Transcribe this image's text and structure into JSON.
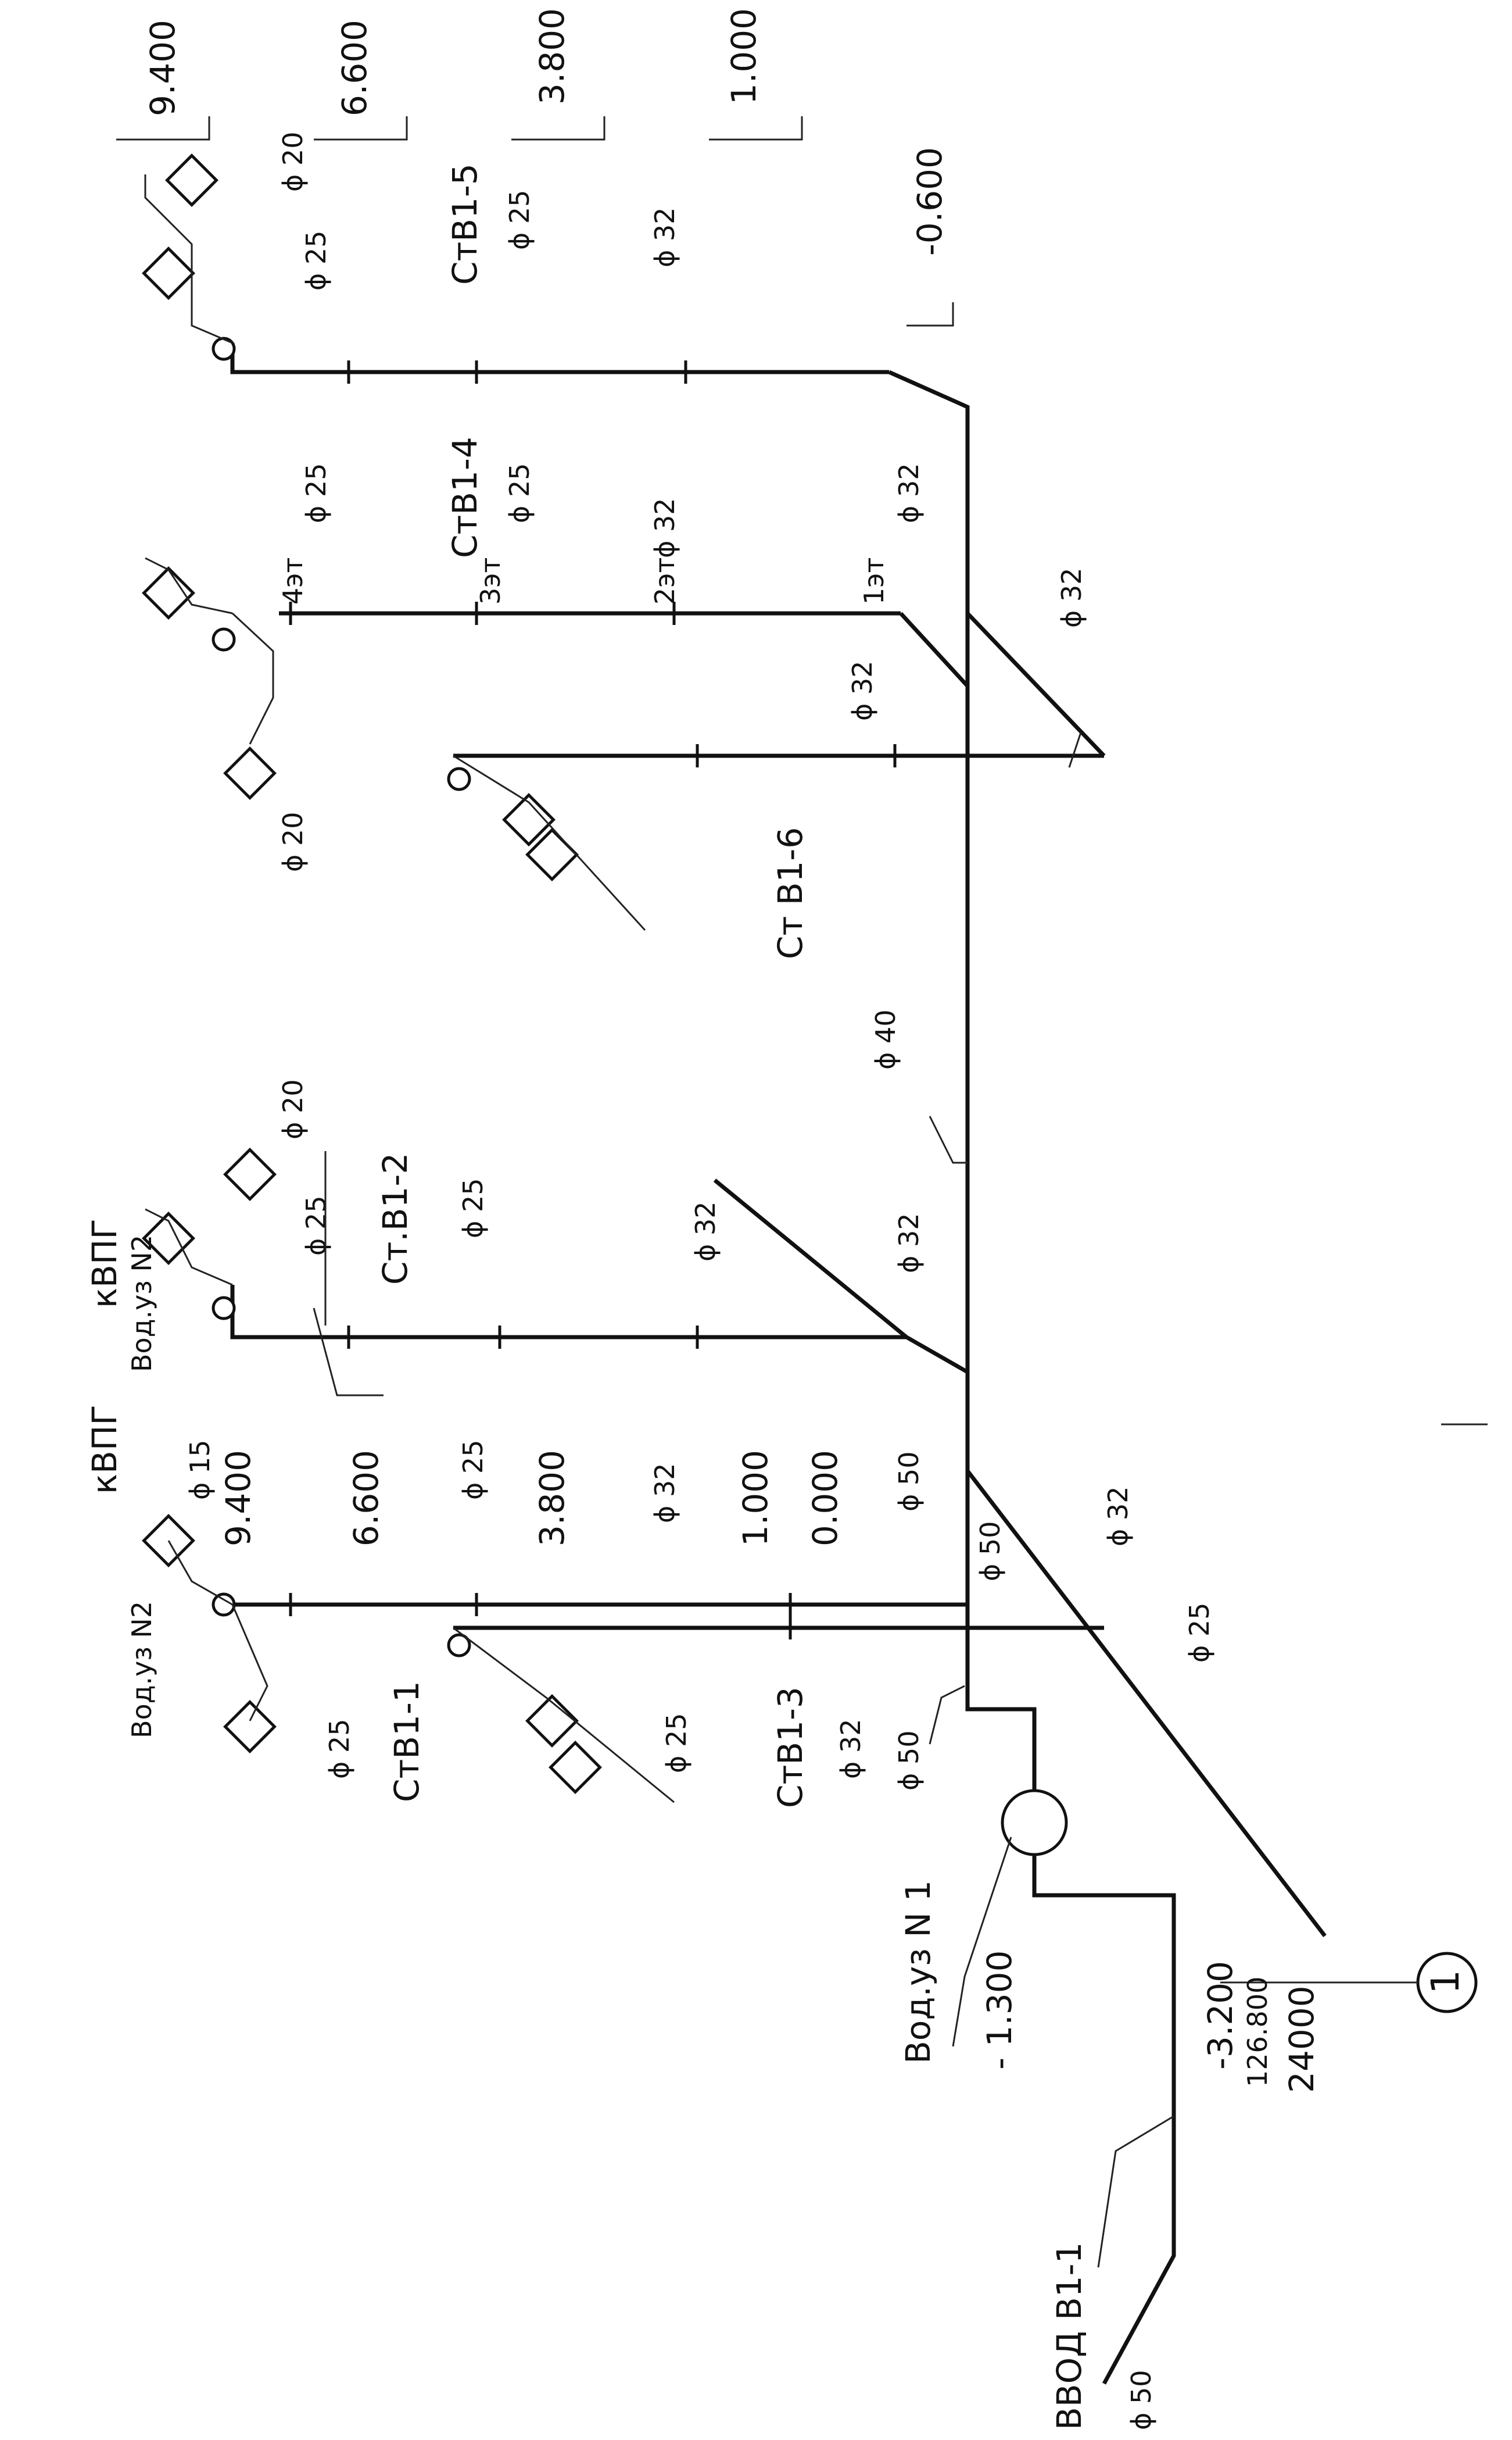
{
  "schema_labels": {
    "input": "ВВОД  В1-1",
    "input_diameter": "ϕ 50",
    "water_unit_1": "Вод.уз N 1",
    "water_unit_2a": "Вод.уз N2",
    "water_unit_2b": "Вод.уз N2",
    "kvpg_1": "кВПГ",
    "kvpg_2": "кВПГ",
    "section_mark": "1",
    "riser_1": "СтВ1-1",
    "riser_2": "Ст.В1-2",
    "riser_3": "СтВ1-3",
    "riser_4": "СтВ1-4",
    "riser_5": "СтВ1-5",
    "riser_6": "Ст В1-6"
  },
  "elevations": {
    "e_9400_a": "9.400",
    "e_6600_a": "6.600",
    "e_3800_a": "3.800",
    "e_1000_a": "1.000",
    "e_m0600": "-0.600",
    "e_9400_b": "9.400",
    "e_6600_b": "6.600",
    "e_3800_b": "3.800",
    "e_1000_b": "1.000",
    "e_0000": "0.000",
    "e_m1300": "- 1.300",
    "e_m3200": "-3.200",
    "e_126800": "126.800",
    "dim_24000": "24000"
  },
  "floors": {
    "f4": "4эт",
    "f3": "3эт",
    "f2": "2эт",
    "f1": "1эт"
  },
  "diameters": {
    "d20": "ϕ 20",
    "d25": "ϕ 25",
    "d32": "ϕ 32",
    "d40": "ϕ 40",
    "d50": "ϕ 50",
    "d15": "ϕ 15"
  }
}
